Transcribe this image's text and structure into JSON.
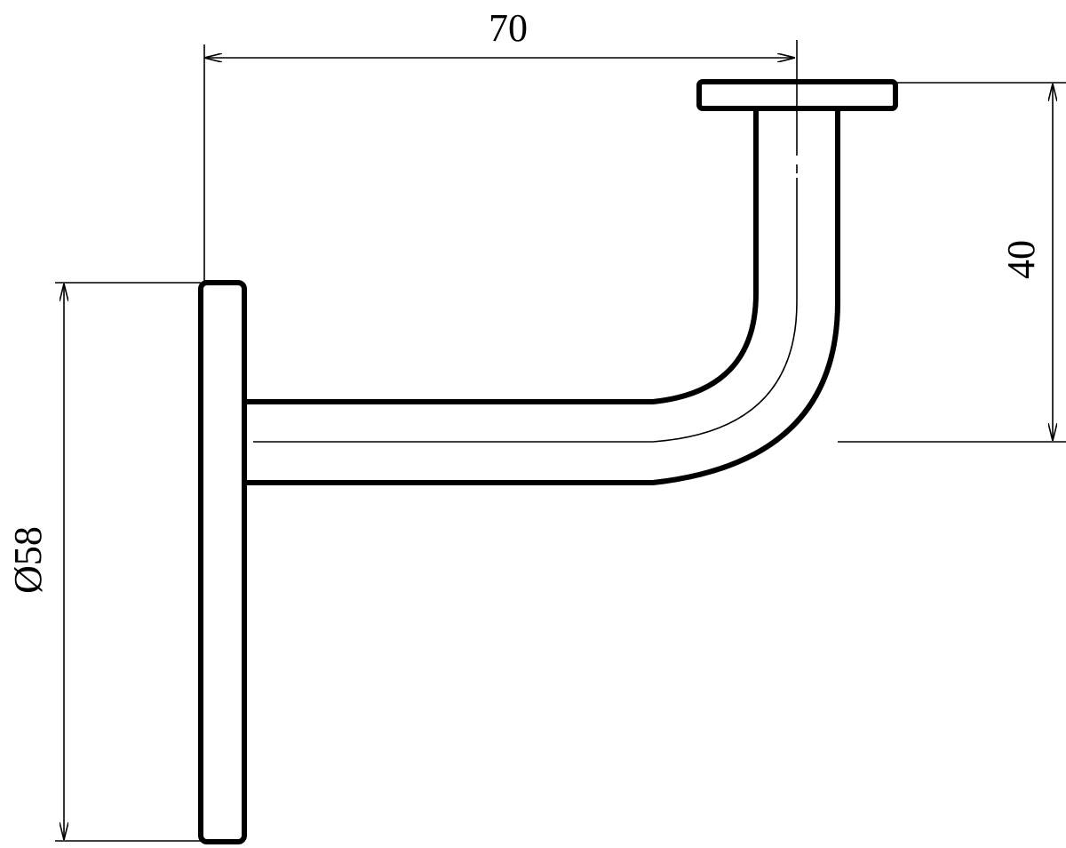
{
  "drawing": {
    "dimensions": {
      "width": "70",
      "height": "40",
      "diameter": "Ø58"
    },
    "line_color": "#000000",
    "background": "#ffffff"
  }
}
